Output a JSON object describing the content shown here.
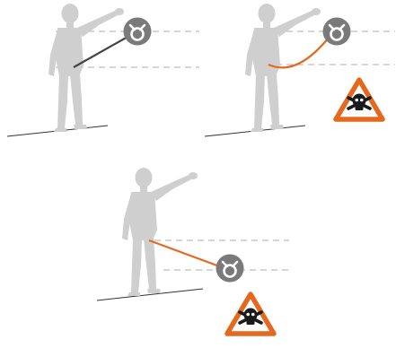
{
  "colors": {
    "figure": "#cfcfcf",
    "anchor_disc": "#7a7a7a",
    "anchor_symbol": "#ffffff",
    "lanyard_ok": "#444444",
    "lanyard_danger": "#e4691e",
    "warning_border": "#e4691e",
    "warning_fill": "#ffffff",
    "skull": "#1a1a1a",
    "dashed_guides": "#bdbdbd",
    "ground_line": "#333333"
  },
  "panels": [
    {
      "id": "anchor-above-shoulder",
      "anchor_icon": "anchor-point-icon",
      "lanyard": "slack-free",
      "warning_icon": null
    },
    {
      "id": "anchor-at-shoulder-slack",
      "anchor_icon": "anchor-point-icon",
      "lanyard": "slack",
      "warning_icon": "danger-skull-icon"
    },
    {
      "id": "anchor-below-waist",
      "anchor_icon": "anchor-point-icon",
      "lanyard": "below",
      "warning_icon": "danger-skull-icon"
    }
  ]
}
